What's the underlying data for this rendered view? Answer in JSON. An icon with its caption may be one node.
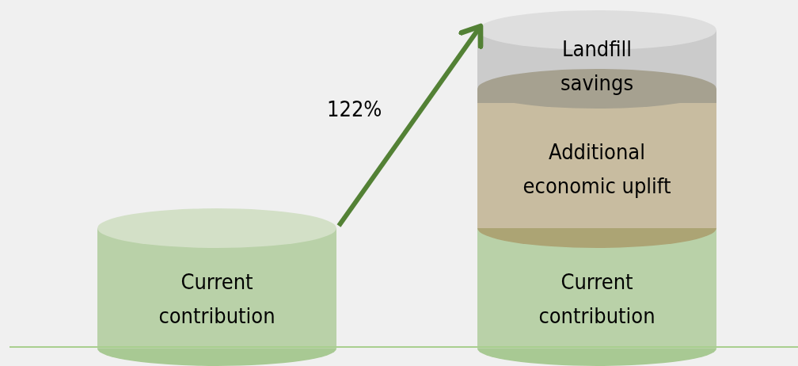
{
  "diagram": {
    "nodes": [
      {
        "text": [
          "Current contribution"
        ]
      },
      {
        "text": [
          "Landfill savings"
        ]
      },
      {
        "text": [
          "Additional economic uplift"
        ]
      },
      {
        "text": [
          "Current contribution"
        ]
      }
    ],
    "edges": [
      {
        "from": 0,
        "to": 1,
        "arrow": "to",
        "label": "122%"
      }
    ]
  }
}
